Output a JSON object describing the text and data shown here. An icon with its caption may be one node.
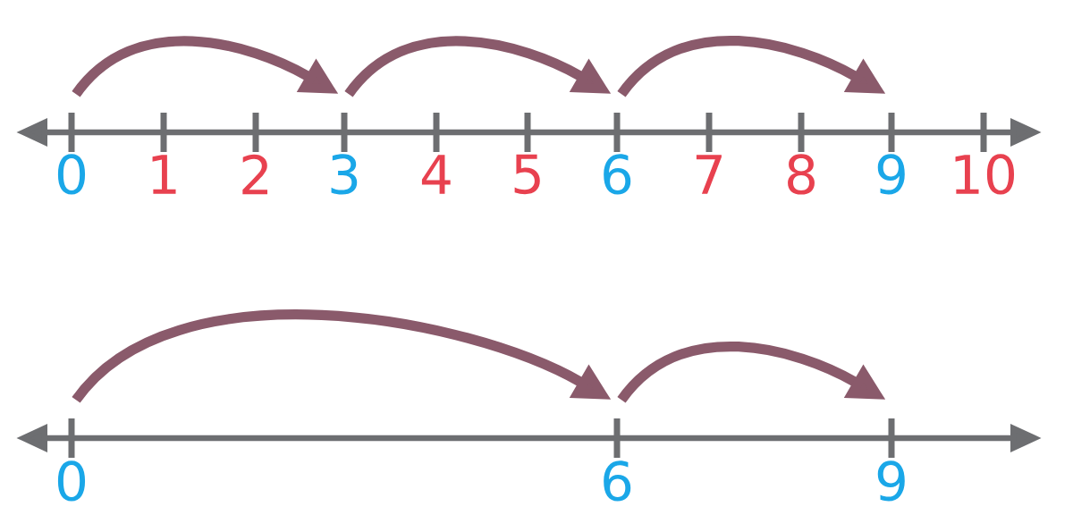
{
  "diagram": {
    "nodes": [
      {
        "text": [],
        "shape": "bar",
        "beside": [
          "0"
        ]
      },
      {
        "text": [],
        "shape": "bar",
        "beside": [
          "1"
        ]
      },
      {
        "text": [],
        "shape": "bar",
        "beside": [
          "2"
        ]
      },
      {
        "text": [],
        "shape": "bar",
        "beside": [
          "3"
        ]
      },
      {
        "text": [],
        "shape": "bar",
        "beside": [
          "4"
        ]
      },
      {
        "text": [],
        "shape": "bar",
        "beside": [
          "5"
        ]
      },
      {
        "text": [],
        "shape": "bar",
        "beside": [
          "6"
        ]
      },
      {
        "text": [],
        "shape": "bar",
        "beside": [
          "7"
        ]
      },
      {
        "text": [],
        "shape": "bar",
        "beside": [
          "8"
        ]
      },
      {
        "text": [],
        "shape": "bar",
        "beside": [
          "9"
        ]
      },
      {
        "text": [],
        "shape": "bar",
        "beside": [
          "10"
        ]
      },
      {
        "text": [],
        "shape": "bar",
        "beside": [
          "0"
        ]
      },
      {
        "text": [],
        "shape": "bar",
        "beside": [
          "6"
        ]
      },
      {
        "text": [],
        "shape": "bar",
        "beside": [
          "9"
        ]
      }
    ],
    "edges": [
      {
        "from": 0,
        "to": 3,
        "arrow": "to"
      },
      {
        "from": 3,
        "to": 6,
        "arrow": "to"
      },
      {
        "from": 6,
        "to": 9,
        "arrow": "to"
      },
      {
        "from": 11,
        "to": 12,
        "arrow": "to"
      },
      {
        "from": 12,
        "to": 13,
        "arrow": "to"
      }
    ]
  }
}
